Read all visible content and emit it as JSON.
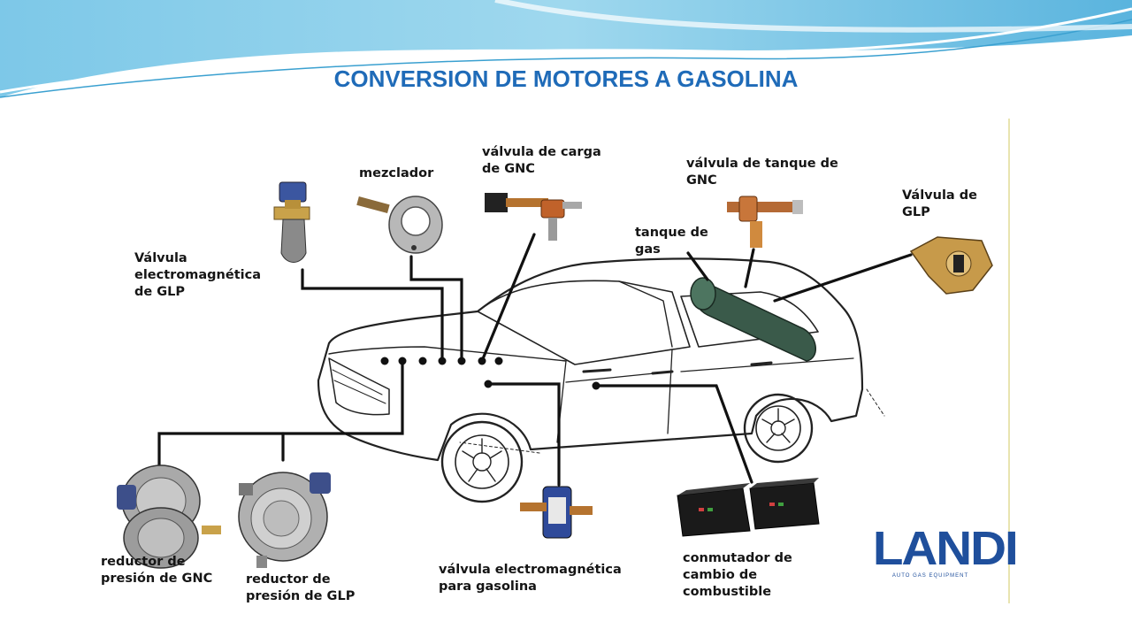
{
  "slide": {
    "title": "CONVERSION DE MOTORES A GASOLINA"
  },
  "labels": {
    "valvula_electromagnetica_glp": "Válvula\nelectromagnética\n de GLP",
    "mezclador": "mezclador",
    "valvula_carga_gnc": "válvula de carga\nde GNC",
    "valvula_tanque_gnc": "válvula de tanque de\nGNC",
    "tanque_gas": "tanque de\ngas",
    "valvula_glp": "Válvula de\nGLP",
    "reductor_gnc": "reductor de\npresión de GNC",
    "reductor_glp": "reductor de\npresión de GLP",
    "valvula_gasolina": "válvula electromagnética\npara gasolina",
    "conmutador": "conmutador de\ncambio de\ncombustible"
  },
  "logo": {
    "brand": "LANDI",
    "tagline": "AUTO GAS EQUIPMENT"
  },
  "colors": {
    "title": "#1f6bb8",
    "wave": "#5bb8e0",
    "logo": "#1f4f9c"
  }
}
